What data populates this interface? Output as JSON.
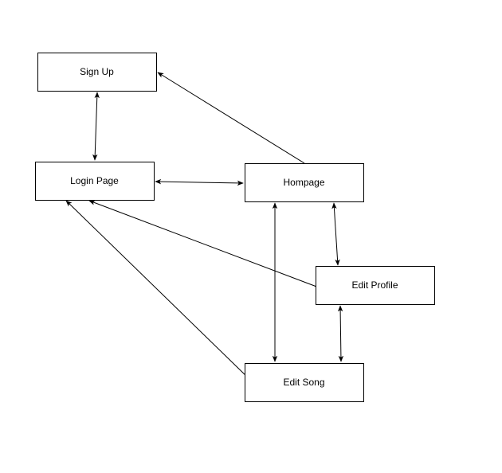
{
  "diagram": {
    "nodes": [
      {
        "id": "signup",
        "label": "Sign Up"
      },
      {
        "id": "login",
        "label": "Login Page"
      },
      {
        "id": "homepage",
        "label": "Hompage"
      },
      {
        "id": "editprofile",
        "label": "Edit Profile"
      },
      {
        "id": "editsong",
        "label": "Edit Song"
      }
    ],
    "edges": [
      {
        "from": "signup",
        "to": "login",
        "direction": "both"
      },
      {
        "from": "login",
        "to": "homepage",
        "direction": "both"
      },
      {
        "from": "homepage",
        "to": "signup",
        "direction": "forward"
      },
      {
        "from": "homepage",
        "to": "editsong",
        "direction": "both"
      },
      {
        "from": "homepage",
        "to": "editprofile",
        "direction": "both"
      },
      {
        "from": "editprofile",
        "to": "login",
        "direction": "forward"
      },
      {
        "from": "editprofile",
        "to": "editsong",
        "direction": "both"
      },
      {
        "from": "editsong",
        "to": "login",
        "direction": "forward"
      }
    ],
    "colors": {
      "stroke": "#000000",
      "fill": "#ffffff",
      "text": "#000000"
    }
  }
}
